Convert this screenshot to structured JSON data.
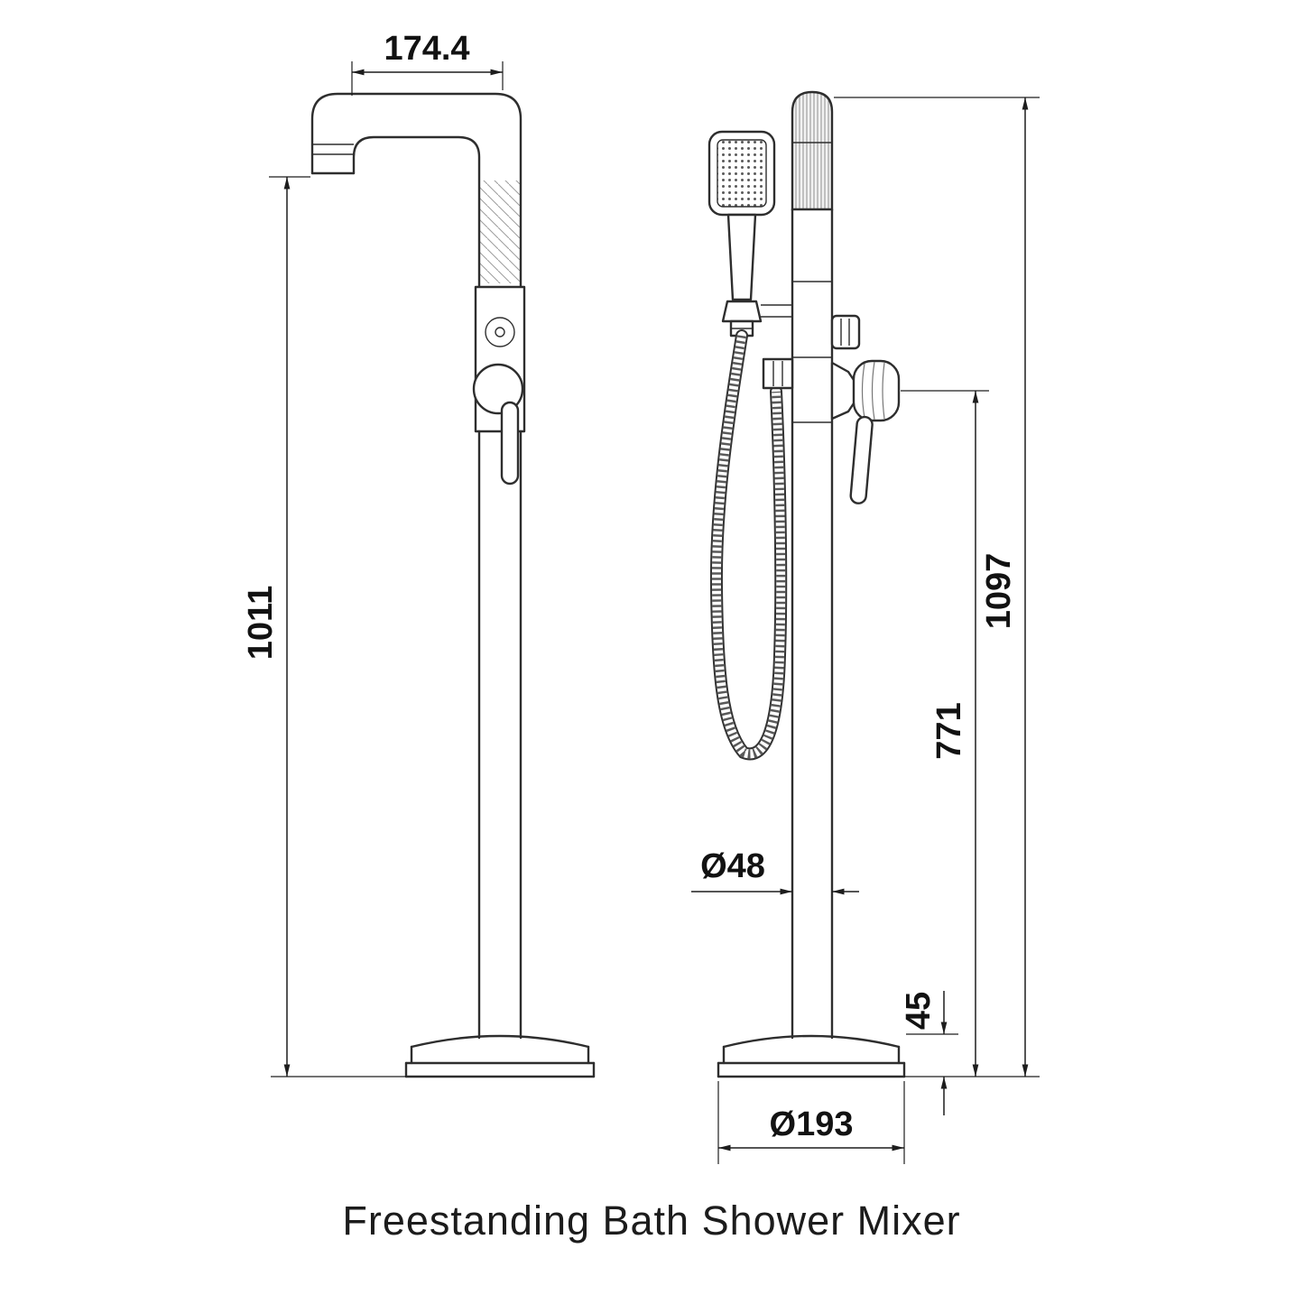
{
  "title": "Freestanding Bath Shower Mixer",
  "dimensions": {
    "spout_reach": "174.4",
    "spout_outlet_height": "1011",
    "overall_height": "1097",
    "valve_centre_height": "771",
    "column_diameter": "Ø48",
    "base_plate_height": "45",
    "base_diameter": "Ø193"
  }
}
